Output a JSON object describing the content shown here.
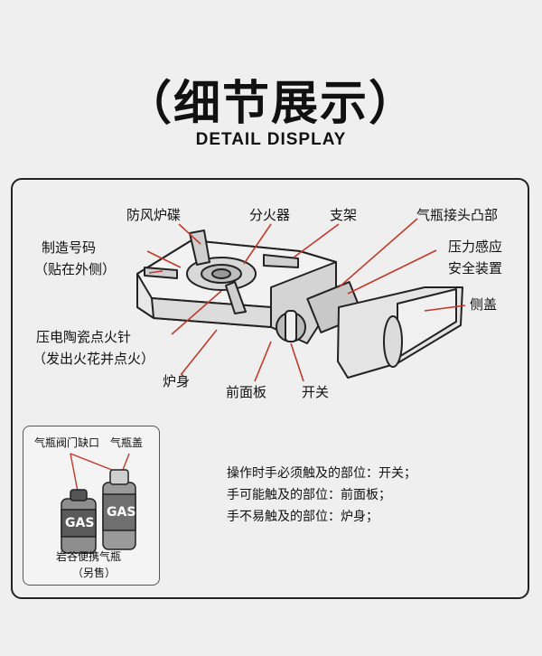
{
  "header": {
    "title": "（细节展示）",
    "subtitle": "DETAIL DISPLAY"
  },
  "labels": {
    "windshield": "防风炉碟",
    "burner": "分火器",
    "support": "支架",
    "gas_connector": "气瓶接头凸部",
    "serial_line1": "制造号码",
    "serial_line2": "（贴在外侧）",
    "pressure_line1": "压力感应",
    "pressure_line2": "安全装置",
    "side_cover": "侧盖",
    "igniter_line1": "压电陶瓷点火针",
    "igniter_line2": "（发出火花并点火）",
    "body": "炉身",
    "front_panel": "前面板",
    "switch": "开关"
  },
  "inset": {
    "valve_notch": "气瓶阀门缺口",
    "cap": "气瓶盖",
    "can_text": "GAS",
    "caption_line1": "岩谷便携气瓶",
    "caption_line2": "（另售）"
  },
  "notes": [
    "操作时手必须触及的部位：开关；",
    "手可能触及的部位：前面板；",
    "手不易触及的部位：炉身；"
  ],
  "colors": {
    "accent_red": "#c23a2b",
    "line": "#222222"
  }
}
